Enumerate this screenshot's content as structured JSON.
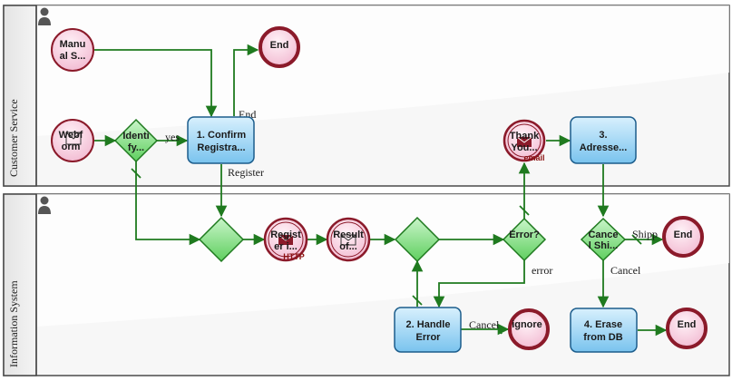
{
  "pools": [
    {
      "name": "Customer Service"
    },
    {
      "name": "Information System"
    }
  ],
  "events": {
    "manual_start": "Manual S...",
    "manual_start_line1": "Manu",
    "manual_start_line2": "al S...",
    "webform_start_line1": "Webf",
    "webform_start_line2": "orm",
    "end_top": "End",
    "register_http_line1": "Regist",
    "register_http_line2": "er i...",
    "register_http_tag": "HTTP",
    "result_line1": "Result",
    "result_line2": "of...",
    "thankyou_line1": "Thank",
    "thankyou_line2": "You...",
    "thankyou_tag": "email",
    "end_shipped": "End",
    "ignore": "ignore",
    "end_erase": "End"
  },
  "gateways": {
    "identify_line1": "Identi",
    "identify_line2": "fy...",
    "error_check": "Error?",
    "cancel_line1": "Cance",
    "cancel_line2": "l Shi..."
  },
  "tasks": {
    "confirm_line1": "1. Confirm",
    "confirm_line2": "Registra...",
    "address_line1": "3.",
    "address_line2": "Adresse...",
    "handle_line1": "2. Handle",
    "handle_line2": "Error",
    "erase_line1": "4. Erase",
    "erase_line2": "from DB"
  },
  "flow_labels": {
    "yes": "yes",
    "end": "End",
    "register": "Register",
    "error": "error",
    "cancel_small": "Cancel",
    "shipped": "Shipp",
    "cancel": "Cancel"
  },
  "colors": {
    "flow": "#1f7a1f",
    "task_fill": "#a9dcf6",
    "task_stroke": "#1c5d8c",
    "gateway_fill": "#8ee08e",
    "event_fill": "#f6c8dc",
    "event_stroke": "#8b1a2a"
  }
}
